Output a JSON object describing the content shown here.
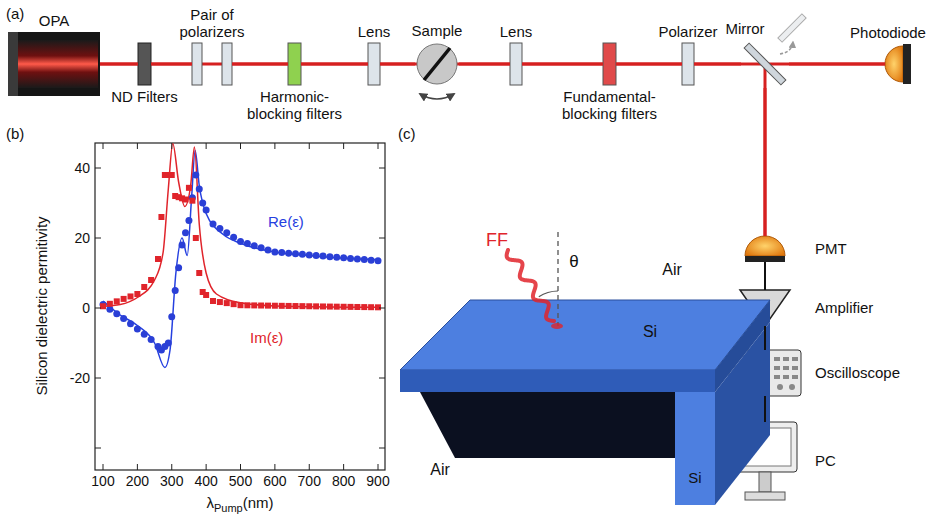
{
  "diagram": {
    "nodes": [
      {
        "text": [
          "OPA"
        ]
      },
      {
        "text": [
          "ND Filters"
        ]
      },
      {
        "text": [
          "Pair of polarizers"
        ]
      },
      {
        "text": [
          "Harmonic- blocking filters"
        ]
      },
      {
        "text": [
          "Lens"
        ]
      },
      {
        "text": [
          "Sample"
        ]
      },
      {
        "text": [
          "Lens"
        ]
      },
      {
        "text": [
          "Fundamental- blocking filters"
        ]
      },
      {
        "text": [
          "Polarizer"
        ]
      },
      {
        "text": [
          "Mirror"
        ]
      },
      {
        "text": [
          "Photodiode"
        ]
      },
      {
        "text": [
          "PMT"
        ]
      },
      {
        "text": [
          "Amplifier"
        ]
      },
      {
        "text": [
          "Oscilloscope"
        ]
      },
      {
        "text": [
          "PC"
        ]
      }
    ],
    "edges": [
      {
        "from": 0,
        "to": 1,
        "arrow": "none"
      },
      {
        "from": 1,
        "to": 2,
        "arrow": "none"
      },
      {
        "from": 2,
        "to": 3,
        "arrow": "none"
      },
      {
        "from": 3,
        "to": 4,
        "arrow": "none"
      },
      {
        "from": 4,
        "to": 5,
        "arrow": "none"
      },
      {
        "from": 5,
        "to": 6,
        "arrow": "none"
      },
      {
        "from": 6,
        "to": 7,
        "arrow": "none"
      },
      {
        "from": 7,
        "to": 8,
        "arrow": "none"
      },
      {
        "from": 8,
        "to": 9,
        "arrow": "none"
      },
      {
        "from": 9,
        "to": 10,
        "arrow": "none"
      },
      {
        "from": 9,
        "to": 11,
        "arrow": "none"
      },
      {
        "from": 11,
        "to": 12,
        "arrow": "none"
      },
      {
        "from": 12,
        "to": 13,
        "arrow": "none"
      },
      {
        "from": 13,
        "to": 14,
        "arrow": "none"
      }
    ],
    "labels": [
      "(a)",
      "(b)",
      "(c)",
      "100",
      "200",
      "300",
      "400",
      "500",
      "600",
      "700",
      "800",
      "900",
      "40",
      "20",
      "0",
      "-20",
      "Silicon dielectric permitivity",
      "λ",
      "Pump",
      "(nm)",
      "Re(ε)",
      "Im(ε)",
      "FF",
      "θ",
      "Air",
      "Si",
      "Air",
      "Si"
    ]
  }
}
